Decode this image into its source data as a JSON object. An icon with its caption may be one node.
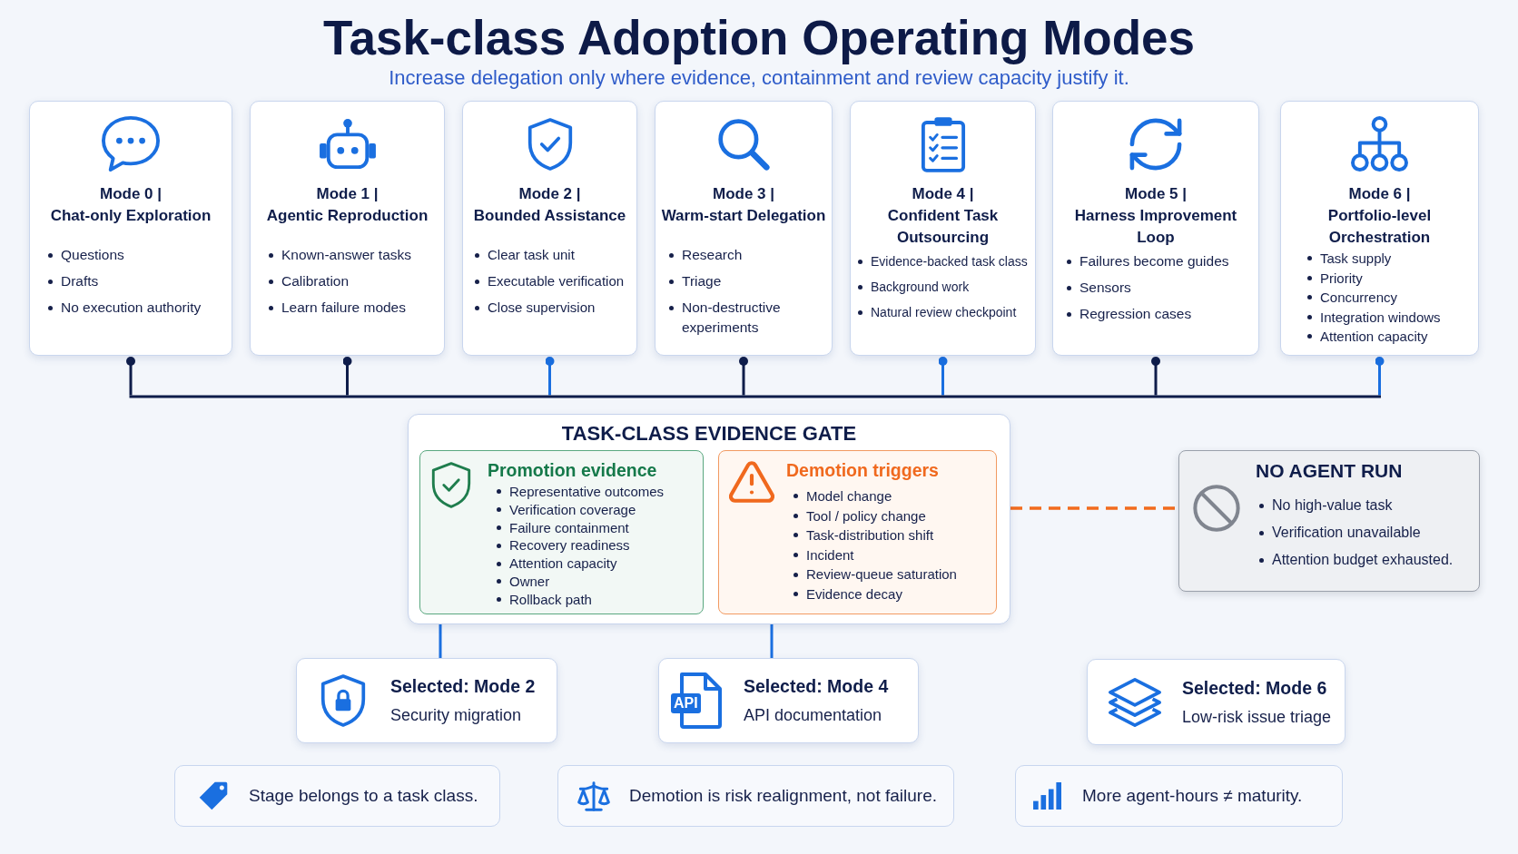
{
  "diagram": {
    "title": "Task-class Adoption Operating Modes",
    "caption": "Increase delegation only where evidence, containment and review capacity justify it.",
    "nodes": [
      {
        "text": [
          "Mode 0 |",
          "Chat-only Exploration",
          "Questions",
          "Drafts",
          "No execution authority"
        ]
      },
      {
        "text": [
          "Mode 1 |",
          "Agentic Reproduction",
          "Known-answer tasks",
          "Calibration",
          "Learn failure modes"
        ]
      },
      {
        "text": [
          "Mode 2 |",
          "Bounded Assistance",
          "Clear task unit",
          "Executable verification",
          "Close supervision"
        ]
      },
      {
        "text": [
          "Mode 3 |",
          "Warm-start Delegation",
          "Research",
          "Triage",
          "Non-destructive experiments"
        ]
      },
      {
        "text": [
          "Mode 4 |",
          "Confident Task Outsourcing",
          "Evidence-backed task class",
          "Background work",
          "Natural review checkpoint"
        ]
      },
      {
        "text": [
          "Mode 5 |",
          "Harness Improvement Loop",
          "Failures become guides",
          "Sensors",
          "Regression cases"
        ]
      },
      {
        "text": [
          "Mode 6 |",
          "Portfolio-level Orchestration",
          "Task supply",
          "Priority",
          "Concurrency",
          "Integration windows",
          "Attention capacity"
        ]
      },
      {
        "text": [
          "TASK-CLASS EVIDENCE GATE"
        ]
      },
      {
        "text": [
          "Promotion evidence",
          "Representative outcomes",
          "Verification coverage",
          "Failure containment",
          "Recovery readiness",
          "Attention capacity",
          "Owner",
          "Rollback path"
        ],
        "in": 7
      },
      {
        "text": [
          "Demotion triggers",
          "Model change",
          "Tool / policy change",
          "Task-distribution shift",
          "Incident",
          "Review-queue saturation",
          "Evidence decay"
        ],
        "in": 7
      },
      {
        "text": [
          "NO AGENT RUN",
          "No high-value task",
          "Verification unavailable",
          "Attention budget exhausted."
        ]
      },
      {
        "text": [
          "Selected: Mode 2",
          "Security migration"
        ]
      },
      {
        "text": [
          "Selected: Mode 4",
          "API documentation"
        ]
      },
      {
        "text": [
          "Selected: Mode 6",
          "Low-risk issue triage"
        ]
      },
      {
        "text": [
          "Stage belongs to a task class."
        ]
      },
      {
        "text": [
          "Demotion is risk realignment, not failure."
        ]
      },
      {
        "text": [
          "More agent-hours ≠ maturity."
        ]
      }
    ],
    "edges": [
      {
        "from": 0,
        "to": null,
        "arrow": "other",
        "color": "#0f1d4a"
      },
      {
        "from": 1,
        "to": null,
        "arrow": "other",
        "color": "#0f1d4a"
      },
      {
        "from": 2,
        "to": null,
        "arrow": "other",
        "color": "#1a6fe0"
      },
      {
        "from": 3,
        "to": null,
        "arrow": "other",
        "color": "#0f1d4a"
      },
      {
        "from": 4,
        "to": null,
        "arrow": "other",
        "color": "#1a6fe0"
      },
      {
        "from": 5,
        "to": null,
        "arrow": "other",
        "color": "#0f1d4a"
      },
      {
        "from": 6,
        "to": null,
        "arrow": "other",
        "color": "#1a6fe0"
      },
      {
        "from": 7,
        "to": 11,
        "arrow": "none",
        "color": "#1a6fe0"
      },
      {
        "from": 7,
        "to": 12,
        "arrow": "none",
        "color": "#1a6fe0"
      },
      {
        "from": 7,
        "to": 10,
        "arrow": "none",
        "style": "dashed",
        "color": "#f26b1d"
      }
    ],
    "labels": [
      "API"
    ]
  }
}
